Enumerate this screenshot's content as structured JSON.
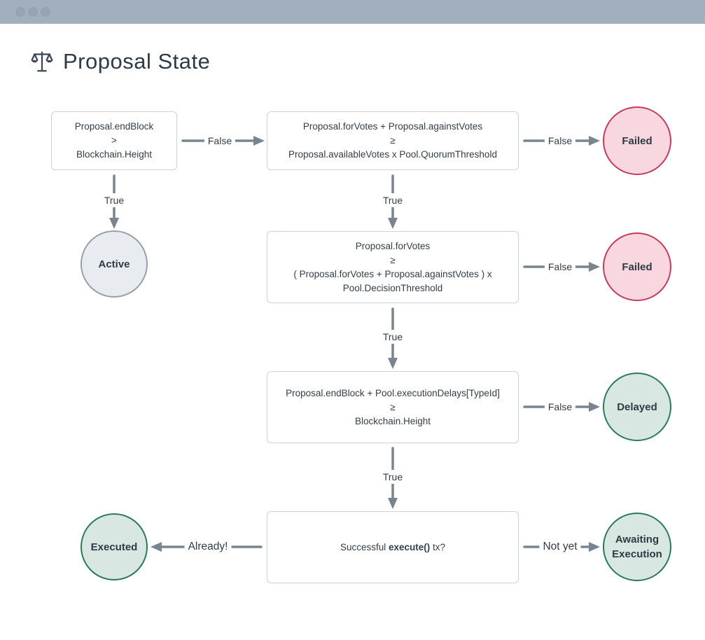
{
  "window": {
    "dots": 3
  },
  "header": {
    "title": "Proposal State",
    "icon": "scales-icon"
  },
  "boxes": {
    "endblock": {
      "l1": "Proposal.endBlock",
      "l2": ">",
      "l3": "Blockchain.Height"
    },
    "quorum": {
      "l1": "Proposal.forVotes + Proposal.againstVotes",
      "l2": "≥",
      "l3": "Proposal.availableVotes x Pool.QuorumThreshold"
    },
    "decision": {
      "l1": "Proposal.forVotes",
      "l2": "≥",
      "l3": "( Proposal.forVotes + Proposal.againstVotes ) x",
      "l4": "Pool.DecisionThreshold"
    },
    "delay": {
      "l1": "Proposal.endBlock + Pool.executionDelays[TypeId]",
      "l2": "≥",
      "l3": "Blockchain.Height"
    },
    "execute": {
      "pre": "Successful ",
      "fn": "execute()",
      "post": " tx?"
    }
  },
  "labels": {
    "false_endblock": "False",
    "false_quorum": "False",
    "false_decision": "False",
    "false_delay": "False",
    "true_endblock": "True",
    "true_quorum": "True",
    "true_decision": "True",
    "true_delay": "True",
    "already": "Already!",
    "not_yet": "Not yet"
  },
  "states": {
    "failed_quorum": "Failed",
    "active": "Active",
    "failed_decision": "Failed",
    "delayed": "Delayed",
    "executed": "Executed",
    "awaiting": "Awaiting Execution"
  },
  "colors": {
    "titlebar": "#a2afbc",
    "titlebar_dot": "#95a3b2",
    "box_border": "#c9d4dd",
    "arrow": "#78858f",
    "text": "#323e49",
    "failed_fill": "#f8d7de",
    "failed_border": "#c63a60",
    "neutral_fill": "#e8ebef",
    "neutral_border": "#97a1ab",
    "success_fill": "#d8e7e1",
    "success_border": "#2c7a5b"
  }
}
